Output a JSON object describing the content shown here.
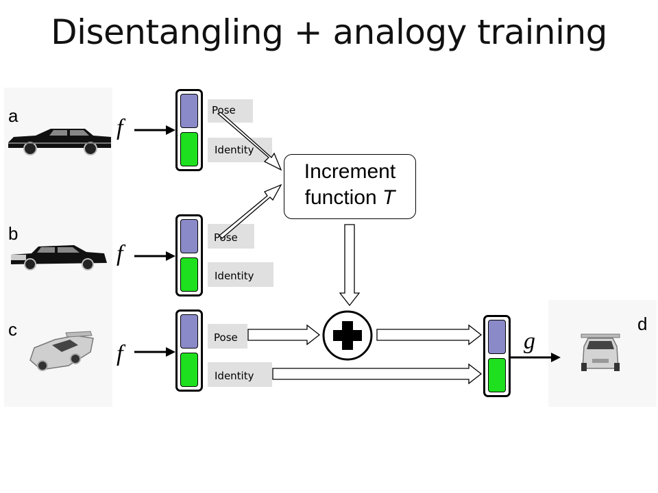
{
  "title": "Disentangling + analogy training",
  "rows": [
    {
      "letter": "a",
      "fn": "f",
      "pose_label": "Pose",
      "identity_label": "Identity"
    },
    {
      "letter": "b",
      "fn": "f",
      "pose_label": "Pose",
      "identity_label": "Identity"
    },
    {
      "letter": "c",
      "fn": "f",
      "pose_label": "Pose",
      "identity_label": "Identity"
    }
  ],
  "increment": {
    "line1": "Increment",
    "line2_prefix": "function ",
    "line2_var": "T"
  },
  "output": {
    "letter": "d",
    "fn": "g"
  },
  "colors": {
    "pose": "#8a8ac8",
    "identity": "#1fe01f",
    "tag_bg": "#e0e0e0"
  },
  "icons": {
    "plus": "plus-icon",
    "car_a": "black-sedan-side-icon",
    "car_b": "black-sedan-side-icon",
    "car_c": "silver-sports-car-icon",
    "car_d": "silver-sports-car-front-icon"
  }
}
